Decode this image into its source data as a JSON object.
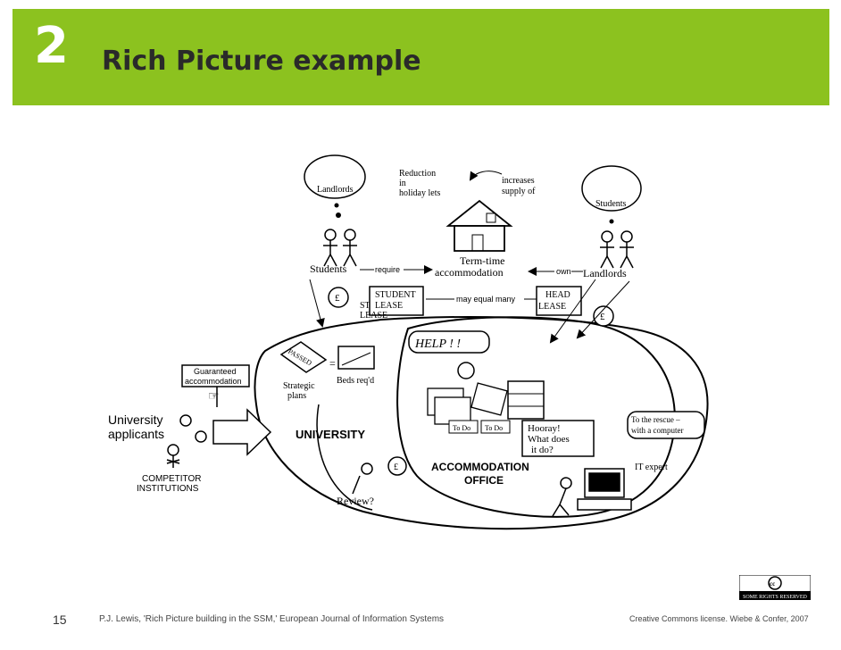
{
  "header": {
    "slide_number": "2",
    "title": "Rich Picture example"
  },
  "picture": {
    "landlords_top": "Landlords",
    "reduction": [
      "Reduction",
      "in",
      "holiday lets"
    ],
    "increases": [
      "increases",
      "supply of"
    ],
    "students_top": "Students",
    "students": "Students",
    "require": "require",
    "term_time": [
      "Term-time",
      "accommodation"
    ],
    "own": "own",
    "landlords": "Landlords",
    "student_lease": [
      "STUDENT",
      "LEASE"
    ],
    "lease_fragment": [
      "ST",
      "LEASE"
    ],
    "may_equal_many": "may equal many",
    "head_lease": [
      "HEAD",
      "LEASE"
    ],
    "pound": "£",
    "help": "HELP ! !",
    "passed": "PASSED",
    "equals": "=",
    "beds": "Beds req'd",
    "strategic": [
      "Strategic",
      "plans"
    ],
    "guaranteed": [
      "Guaranteed",
      "accommodation"
    ],
    "applicants": [
      "University",
      "applicants"
    ],
    "university": "UNIVERSITY",
    "accommodation_office": [
      "ACCOMMODATION",
      "OFFICE"
    ],
    "hooray": [
      "Hooray!",
      "What does",
      "it do?"
    ],
    "rescue": [
      "To the rescue –",
      "with a computer"
    ],
    "it_expert": "IT expert",
    "todo": "To Do",
    "competitor": [
      "COMPETITOR",
      "INSTITUTIONS"
    ],
    "review": "Review?"
  },
  "footer": {
    "page_number": "15",
    "citation": "P.J. Lewis,  'Rich Picture building in the SSM,' European Journal of Information Systems",
    "license": "Creative Commons license. Wiebe & Confer, 2007",
    "badge_text": "SOME RIGHTS RESERVED",
    "badge_cc": "cc"
  }
}
